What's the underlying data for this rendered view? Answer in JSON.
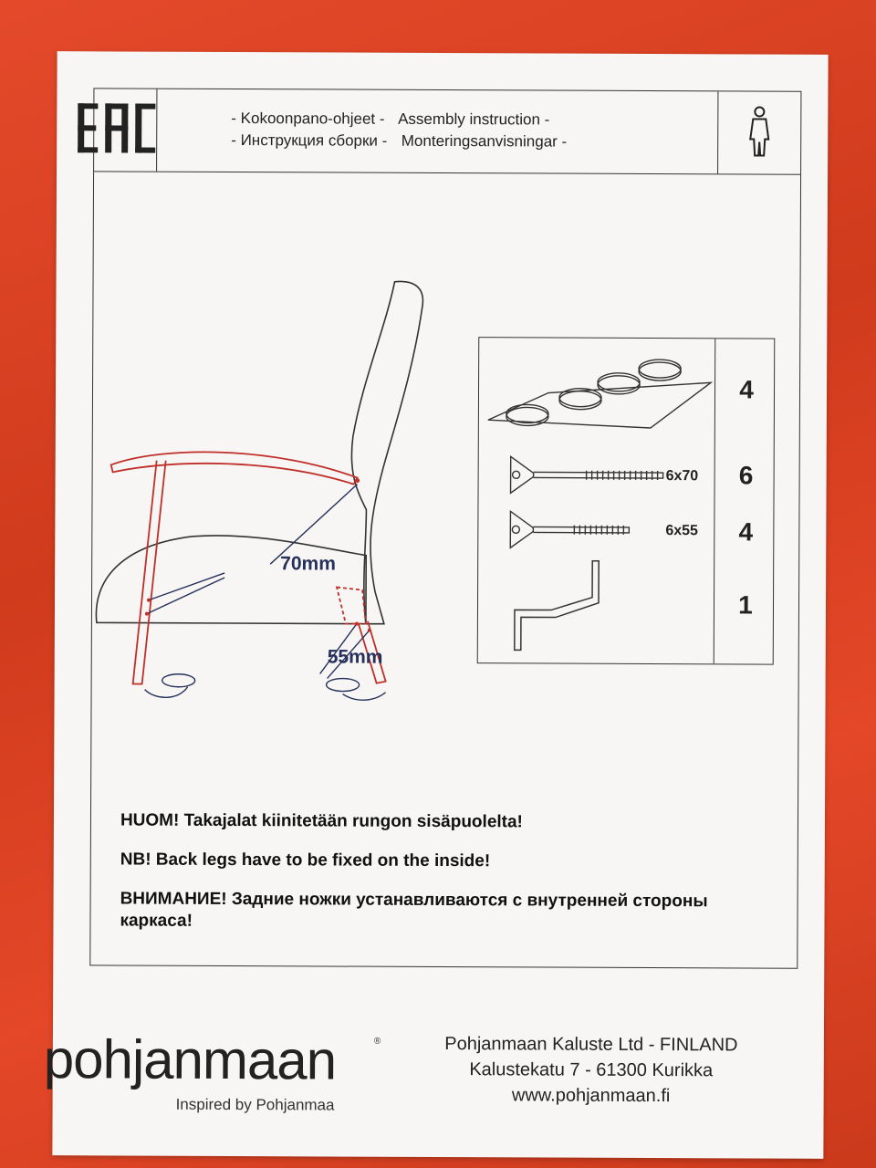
{
  "header": {
    "logo_text": "EAC",
    "titles": [
      {
        "left": "- Kokoonpano-ohjeet -",
        "right": "Assembly instruction -"
      },
      {
        "left": "- Инструкция сборки -",
        "right": "Monteringsanvisningar -"
      }
    ],
    "person_icon": "person-icon"
  },
  "drawing": {
    "dim_upper": "70mm",
    "dim_lower": "55mm"
  },
  "parts": [
    {
      "name": "felt-pads",
      "size": "",
      "qty": "4"
    },
    {
      "name": "bolt-long",
      "size": "6x70",
      "qty": "6"
    },
    {
      "name": "bolt-short",
      "size": "6x55",
      "qty": "4"
    },
    {
      "name": "allen-key",
      "size": "",
      "qty": "1"
    }
  ],
  "notes": {
    "fi": "HUOM! Takajalat kiinitetään rungon sisäpuolelta!",
    "en": "NB! Back legs have to be fixed on the inside!",
    "ru": "ВНИМАНИЕ! Задние ножки устанавливаются с внутренней стороны каркаса!"
  },
  "footer": {
    "brand": "pohjanmaan",
    "reg_mark": "®",
    "tagline": "Inspired by Pohjanmaa",
    "address_lines": [
      "Pohjanmaan Kaluste Ltd - FINLAND",
      "Kalustekatu 7 - 61300 Kurikka",
      "www.pohjanmaan.fi"
    ]
  },
  "colors": {
    "background": "#e2401f",
    "paper": "#f7f6f4",
    "leg_red": "#c0302a",
    "dim_blue": "#26305a"
  }
}
